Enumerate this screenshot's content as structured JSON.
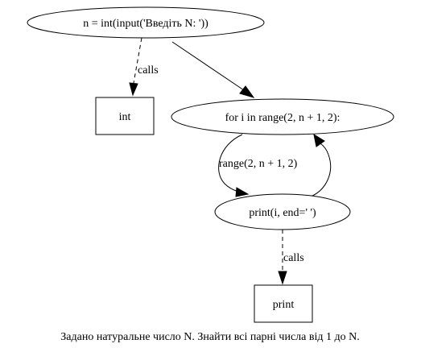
{
  "nodes": {
    "input_assign": "n = int(input('Введіть N: '))",
    "int_call": "int",
    "for_loop": "for i in range(2, n + 1, 2):",
    "print_stmt": "print(i, end=' ')",
    "print_call": "print"
  },
  "edges": {
    "input_to_int": "calls",
    "for_to_print": "range(2, n + 1, 2)",
    "print_to_print_call": "calls"
  },
  "caption": "Задано натуральне число N. Знайти всі парні числа від 1 до N."
}
